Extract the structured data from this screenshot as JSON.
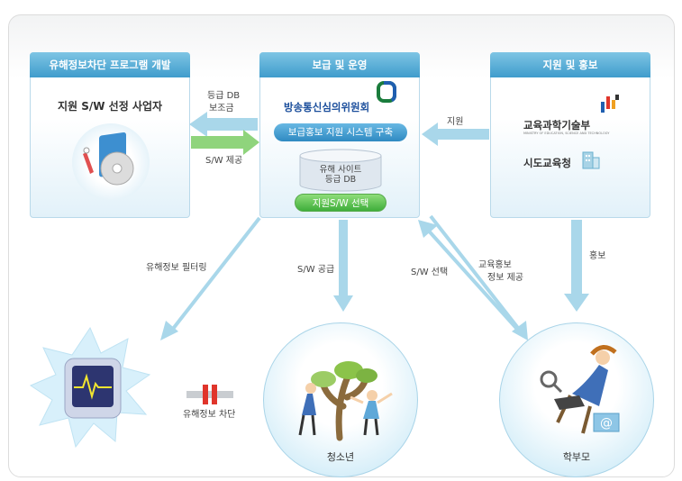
{
  "panels": {
    "left": {
      "header": "유해정보차단 프로그램 개발",
      "title": "지원 S/W 선정 사업자"
    },
    "center": {
      "header": "보급 및 운영",
      "org_name": "방송통신심의위원회",
      "system_pill": "보급홍보 지원 시스템 구축",
      "db_line1": "유해 사이트",
      "db_line2": "등급 DB",
      "select_pill": "지원S/W 선택"
    },
    "right": {
      "header": "지원 및 홍보",
      "ministry": "교육과학기술부",
      "ministry_sub": "MINISTRY OF EDUCATION, SCIENCE AND TECHNOLOGY",
      "office": "시도교육청"
    }
  },
  "labels": {
    "grade_db": "등급 DB",
    "subsidy": "보조금",
    "sw_provide": "S/W 제공",
    "support": "지원",
    "filtering": "유해정보 필터링",
    "sw_supply": "S/W 공급",
    "sw_select": "S/W 선택",
    "edu_promo": "교육홍보",
    "info_provide": "정보 제공",
    "promo": "홍보",
    "block": "유해정보 차단"
  },
  "circles": {
    "youth": "청소년",
    "parents": "학부모"
  },
  "colors": {
    "arrow": "#9fd0e2",
    "header": "#3f9ccc",
    "green_arrow": "#7fcf6a",
    "block_red": "#e0352b"
  }
}
